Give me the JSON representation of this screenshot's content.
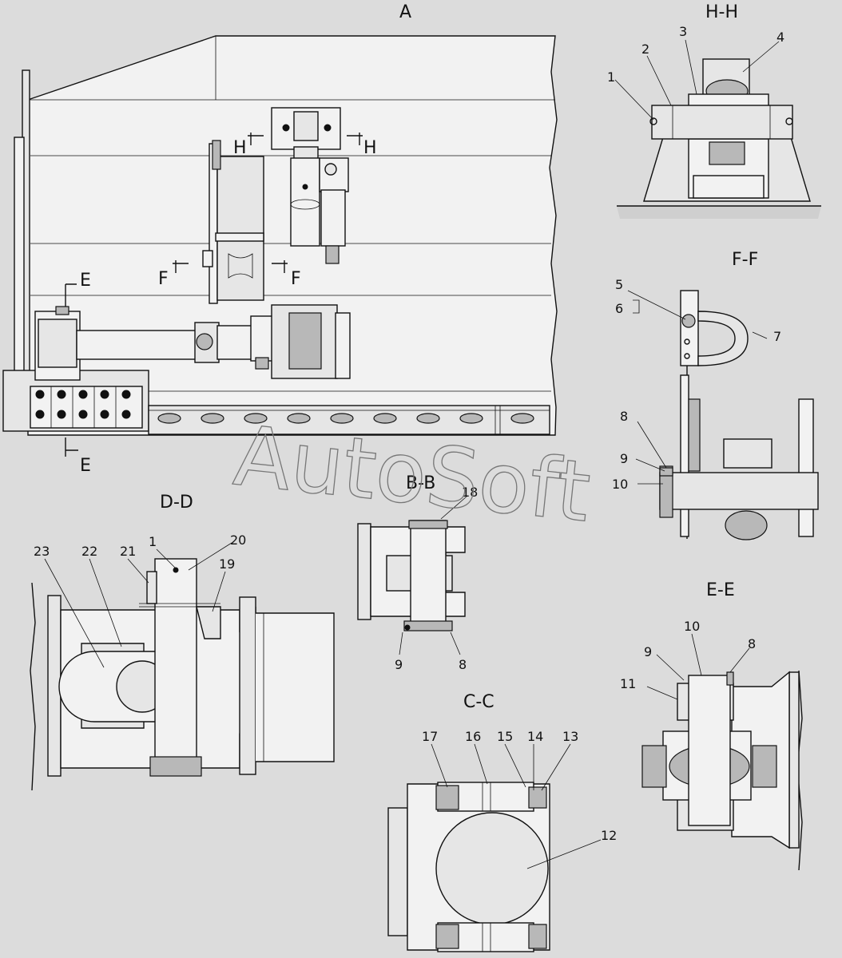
{
  "views": {
    "A": {
      "title": "A",
      "section_labels": [
        "H",
        "H",
        "F",
        "F",
        "E",
        "E"
      ]
    },
    "HH": {
      "title": "H-H",
      "callouts": [
        "1",
        "2",
        "3",
        "4"
      ]
    },
    "FF": {
      "title": "F-F",
      "callouts": [
        "5",
        "6",
        "7",
        "8",
        "9",
        "10"
      ]
    },
    "BB": {
      "title": "B-B",
      "callouts": [
        "18",
        "9",
        "8"
      ]
    },
    "DD": {
      "title": "D-D",
      "callouts": [
        "23",
        "22",
        "21",
        "1",
        "20",
        "19"
      ]
    },
    "CC": {
      "title": "C-C",
      "callouts": [
        "17",
        "16",
        "15",
        "14",
        "13",
        "12"
      ]
    },
    "EE": {
      "title": "E-E",
      "callouts": [
        "10",
        "9",
        "8",
        "11"
      ]
    }
  },
  "watermark": "AutoSoft"
}
